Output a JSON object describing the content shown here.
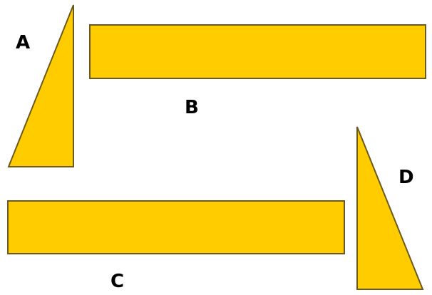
{
  "colors": {
    "fill": "#FFCC00",
    "stroke": "#6B5A1E",
    "label": "#000000",
    "background": "#FFFFFF"
  },
  "shapes": [
    {
      "id": "A",
      "kind": "right-triangle",
      "label": "A"
    },
    {
      "id": "B",
      "kind": "rectangle",
      "label": "B"
    },
    {
      "id": "C",
      "kind": "rectangle",
      "label": "C"
    },
    {
      "id": "D",
      "kind": "right-triangle",
      "label": "D"
    }
  ]
}
